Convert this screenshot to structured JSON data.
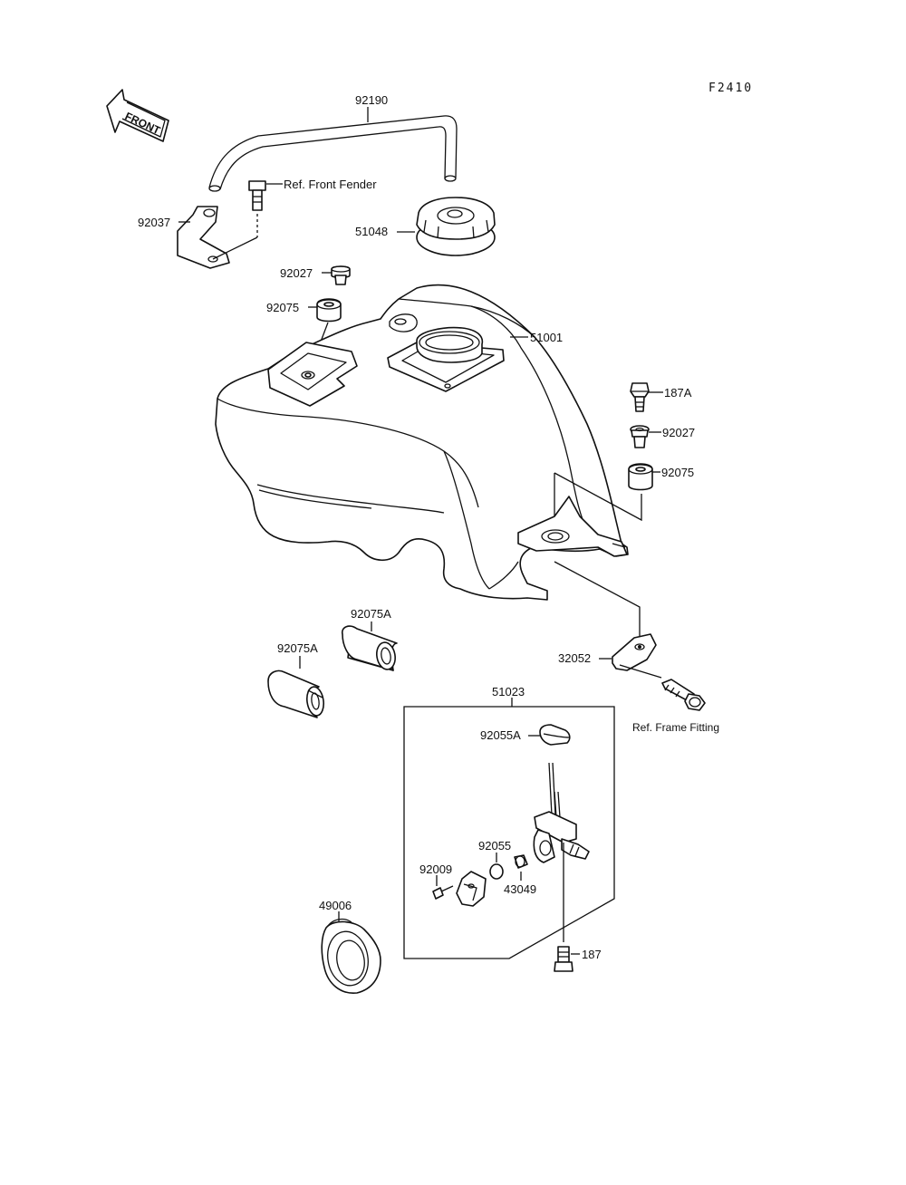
{
  "figure_code": "F2410",
  "front_arrow": {
    "text": "FRONT"
  },
  "callouts": {
    "p92190": "92190",
    "ref_front_fender": "Ref. Front Fender",
    "p92037": "92037",
    "p51048": "51048",
    "p92027_top": "92027",
    "p92075_top": "92075",
    "p51001": "51001",
    "p187A": "187A",
    "p92027_right": "92027",
    "p92075_right": "92075",
    "p92075A_upper": "92075A",
    "p92075A_lower": "92075A",
    "p32052": "32052",
    "ref_frame_fitting": "Ref. Frame Fitting",
    "p51023": "51023",
    "p92055A": "92055A",
    "p92055": "92055",
    "p92009": "92009",
    "p43049": "43049",
    "p49006": "49006",
    "p187": "187"
  }
}
